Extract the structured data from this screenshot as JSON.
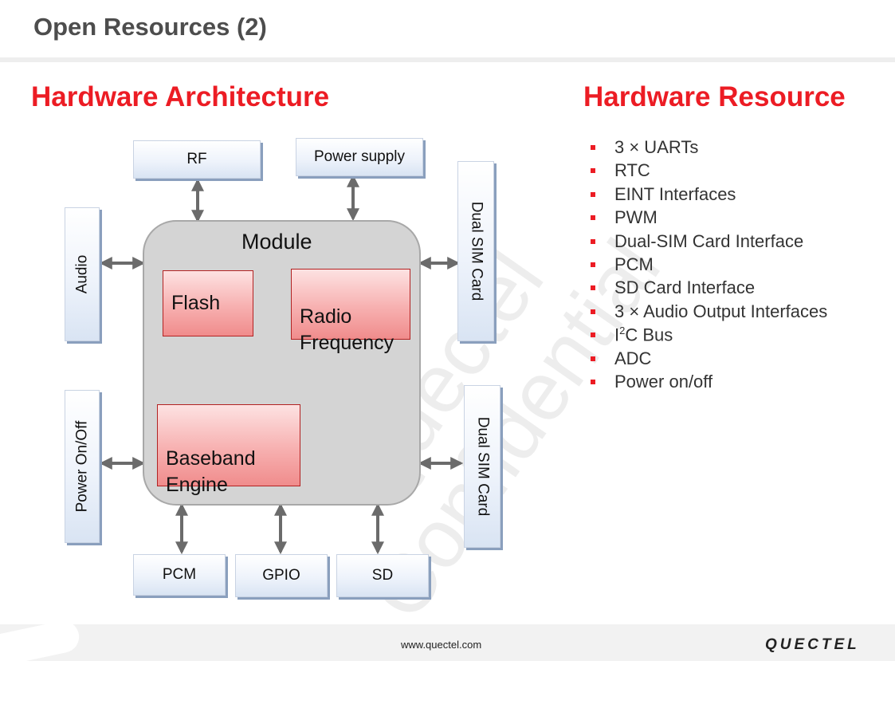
{
  "header": {
    "title": "Open Resources (2)"
  },
  "architecture": {
    "title": "Hardware Architecture",
    "module_label": "Module",
    "blocks": {
      "flash": "Flash",
      "radio": "Radio\nFrequency",
      "baseband": "Baseband\nEngine"
    },
    "externals": {
      "rf": "RF",
      "power_supply": "Power supply",
      "audio": "Audio",
      "dual_sim_1": "Dual SIM Card",
      "power_onoff": "Power On/Off",
      "dual_sim_2": "Dual SIM Card",
      "pcm": "PCM",
      "gpio": "GPIO",
      "sd": "SD"
    }
  },
  "resources": {
    "title": "Hardware Resource",
    "items": [
      "3 × UARTs",
      "RTC",
      "EINT Interfaces",
      "PWM",
      "Dual-SIM Card Interface",
      "PCM",
      "SD Card Interface",
      "3 × Audio Output Interfaces",
      "",
      "ADC",
      "Power on/off"
    ],
    "i2c": {
      "prefix": "I",
      "sup": "2",
      "suffix": "C Bus"
    }
  },
  "watermark": "Quectel\nConfidential",
  "footer": {
    "url": "www.quectel.com",
    "brand": "QUECTEL"
  },
  "colors": {
    "accent": "#ec1c24",
    "chip": "#f7b0b0",
    "module": "#d4d4d4"
  }
}
